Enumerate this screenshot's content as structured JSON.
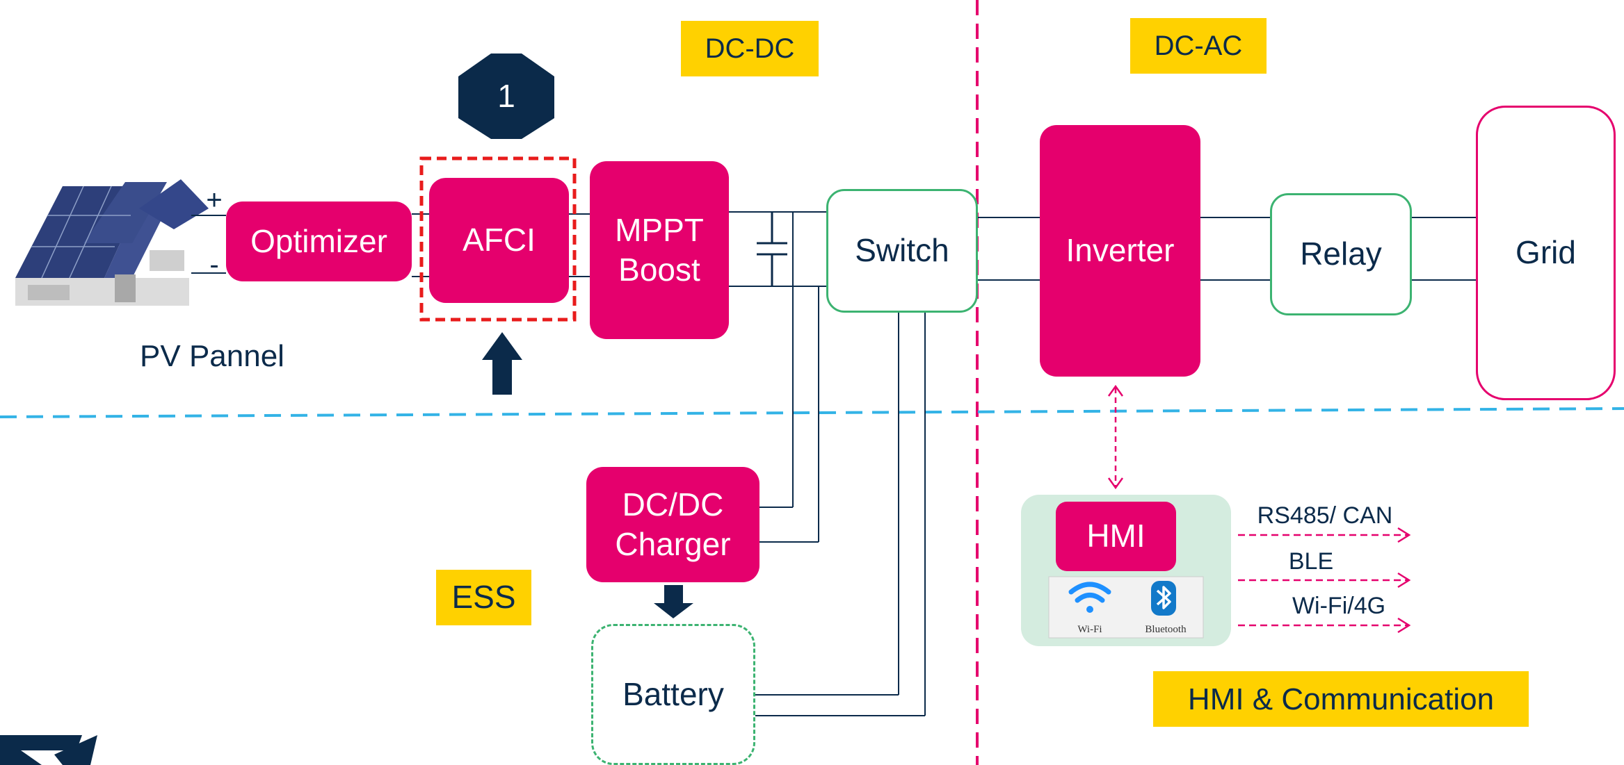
{
  "sections": {
    "dcdc": "DC-DC",
    "dcac": "DC-AC",
    "ess": "ESS",
    "hmi_comm": "HMI & Communication"
  },
  "pv_label": "PV Pannel",
  "terminals": {
    "plus": "+",
    "minus": "-"
  },
  "step_marker": "1",
  "blocks": {
    "optimizer": "Optimizer",
    "afci": "AFCI",
    "mppt_line1": "MPPT",
    "mppt_line2": "Boost",
    "switch": "Switch",
    "inverter": "Inverter",
    "relay": "Relay",
    "grid": "Grid",
    "charger_line1": "DC/DC",
    "charger_line2": "Charger",
    "battery": "Battery",
    "hmi": "HMI"
  },
  "connectivity": {
    "wifi": "Wi-Fi",
    "bluetooth": "Bluetooth"
  },
  "comm_links": [
    "RS485/ CAN",
    "BLE",
    "Wi-Fi/4G"
  ],
  "colors": {
    "magenta": "#e5006d",
    "navy": "#0b2a4a",
    "green": "#3cb371",
    "yellow": "#ffd100",
    "blue_dashed": "#33b3e6",
    "hmi_panel": "#d4ecdf"
  }
}
